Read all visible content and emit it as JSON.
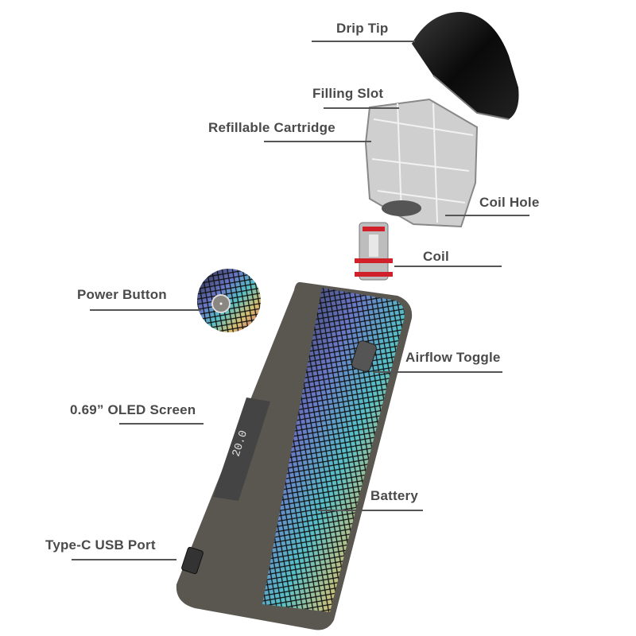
{
  "labels": {
    "drip_tip": "Drip Tip",
    "filling_slot": "Filling Slot",
    "refillable_cartridge": "Refillable Cartridge",
    "coil_hole": "Coil Hole",
    "coil": "Coil",
    "power_button": "Power Button",
    "airflow_toggle": "Airflow Toggle",
    "oled_screen": "0.69” OLED Screen",
    "battery": "Battery",
    "usb_port": "Type-C USB Port"
  },
  "screen_readout": "20.0",
  "colors": {
    "label_text": "#4a4a4a",
    "leader_line": "#555555",
    "coil_ring": "#d0202a",
    "body_frame": "#5a5650"
  }
}
